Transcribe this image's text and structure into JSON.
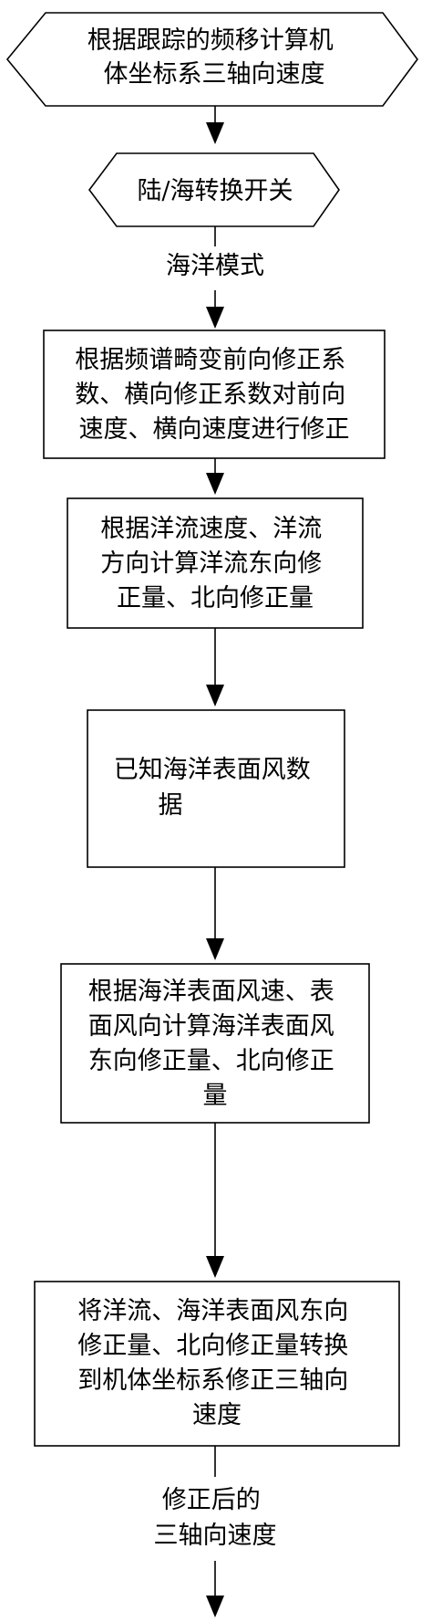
{
  "flowchart": {
    "start_node": {
      "lines": [
        "根据跟踪的频移计算机",
        "体坐标系三轴向速度"
      ]
    },
    "decision_node": {
      "lines": [
        "陆/海转换开关"
      ]
    },
    "branch_label": {
      "lines": [
        "海洋模式"
      ]
    },
    "step_1": {
      "lines": [
        "根据频谱畸变前向修正系",
        "数、横向修正系数对前向",
        "速度、横向速度进行修正"
      ]
    },
    "step_2": {
      "lines": [
        "根据洋流速度、洋流",
        "方向计算洋流东向修",
        "正量、北向修正量"
      ]
    },
    "step_3": {
      "lines": [
        "已知海洋表面风数",
        "据"
      ]
    },
    "step_4": {
      "lines": [
        "根据海洋表面风速、表",
        "面风向计算海洋表面风",
        "东向修正量、北向修正",
        "量"
      ]
    },
    "step_5": {
      "lines": [
        "将洋流、海洋表面风东向",
        "修正量、北向修正量转换",
        "到机体坐标系修正三轴向",
        "速度"
      ]
    },
    "output_label": {
      "lines": [
        "修正后的",
        "三轴向速度"
      ]
    }
  }
}
